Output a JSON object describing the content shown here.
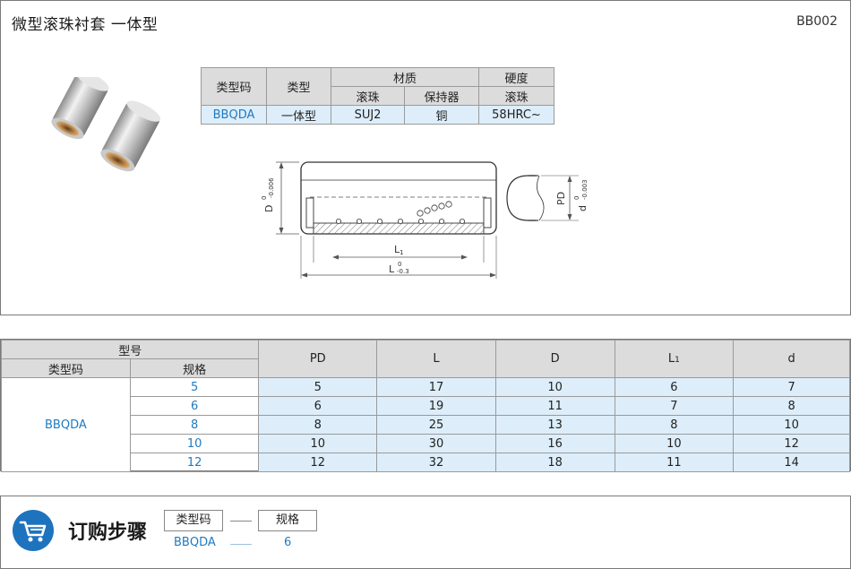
{
  "header": {
    "title": "微型滚珠衬套   一体型",
    "code": "BB002"
  },
  "material_table": {
    "h_type_code": "类型码",
    "h_type": "类型",
    "h_material": "材质",
    "h_hardness": "硬度",
    "h_ball": "滚珠",
    "h_retainer": "保持器",
    "h_hardness_sub": "滚珠",
    "row": {
      "type_code": "BBQDA",
      "type": "一体型",
      "ball": "SUJ2",
      "retainer": "铜",
      "hardness": "58HRC~"
    }
  },
  "drawing": {
    "d_label": "D",
    "d_tol_top": "0",
    "d_tol_bot": "-0.006",
    "pd_label": "PD",
    "d2_label": "d",
    "d2_tol_top": "0",
    "d2_tol_bot": "-0.003",
    "l1_label": "L",
    "l1_sub": "1",
    "l_label": "L",
    "l_tol_top": "0",
    "l_tol_bot": "-0.3"
  },
  "spec_table": {
    "h_model": "型号",
    "h_type_code": "类型码",
    "h_spec": "规格",
    "columns": [
      "PD",
      "L",
      "D",
      "L",
      "d"
    ],
    "l1_sub": "1",
    "type_code": "BBQDA",
    "rows": [
      {
        "spec": "5",
        "pd": "5",
        "l": "17",
        "d": "10",
        "l1": "6",
        "d2": "7"
      },
      {
        "spec": "6",
        "pd": "6",
        "l": "19",
        "d": "11",
        "l1": "7",
        "d2": "8"
      },
      {
        "spec": "8",
        "pd": "8",
        "l": "25",
        "d": "13",
        "l1": "8",
        "d2": "10"
      },
      {
        "spec": "10",
        "pd": "10",
        "l": "30",
        "d": "16",
        "l1": "10",
        "d2": "12"
      },
      {
        "spec": "12",
        "pd": "12",
        "l": "32",
        "d": "18",
        "l1": "11",
        "d2": "14"
      }
    ]
  },
  "order": {
    "title": "订购步骤",
    "box1": "类型码",
    "box2": "规格",
    "val1": "BBQDA",
    "val2": "6"
  },
  "colors": {
    "accent": "#1f7ac0",
    "header_bg": "#dcdcdc",
    "cell_blue": "#ddeefa",
    "cart_icon": "#1e73be"
  }
}
